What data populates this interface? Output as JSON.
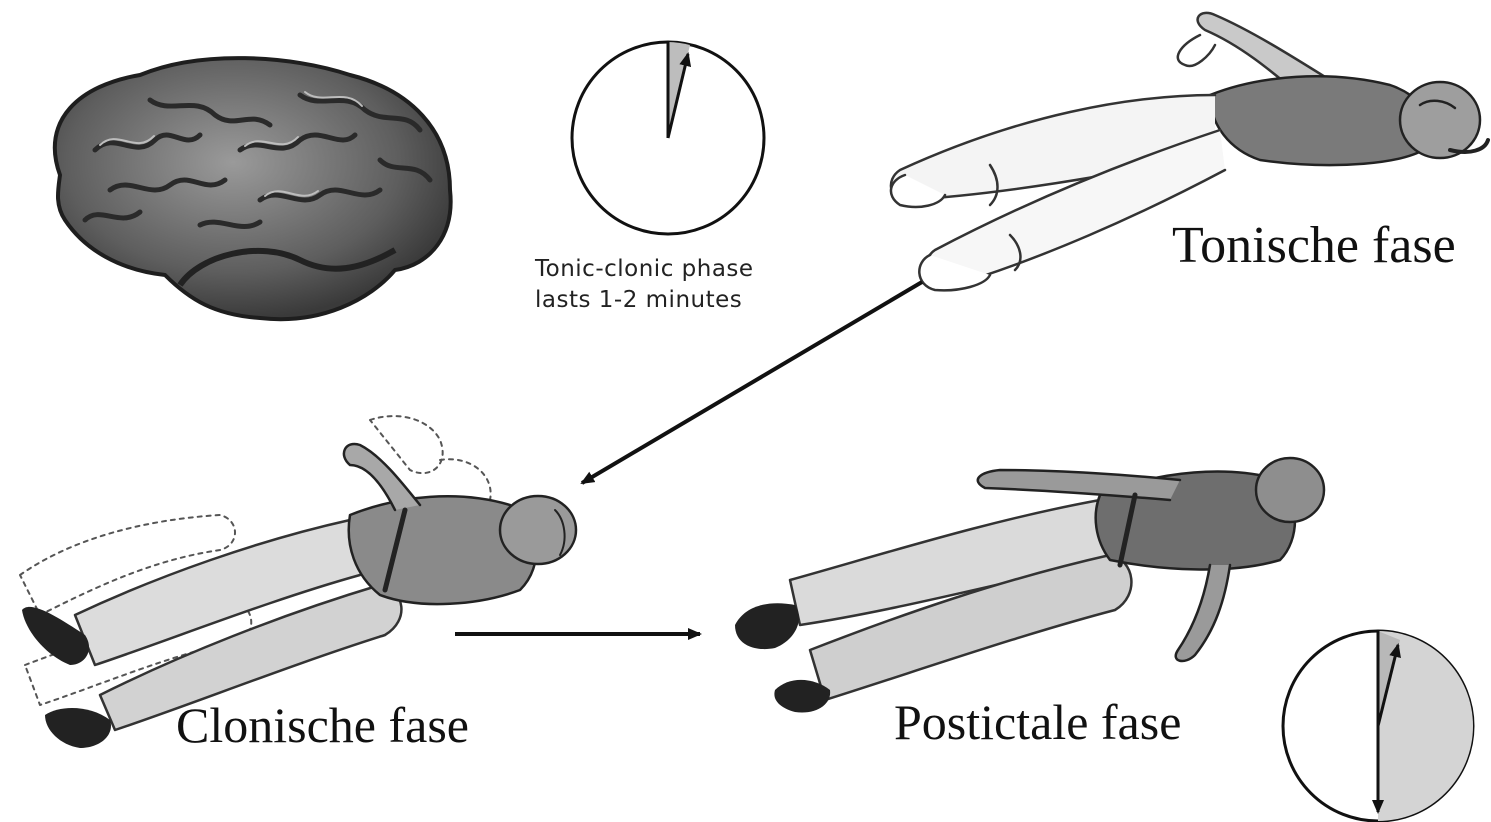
{
  "clock_caption": {
    "line1": "Tonic-clonic phase",
    "line2": "lasts 1-2 minutes"
  },
  "phases": {
    "tonic": "Tonische fase",
    "clonic": "Clonische fase",
    "postictal": "Postictale fase"
  },
  "icons": [
    "brain-icon",
    "clock-icon",
    "figure-tonic",
    "figure-clonic",
    "figure-postictal",
    "clock-postictal-icon"
  ],
  "colors": {
    "ink": "#111111",
    "shade": "#7a7a7a",
    "clock_fill": "#d8d8d8",
    "brain": "#5a5a5a"
  }
}
